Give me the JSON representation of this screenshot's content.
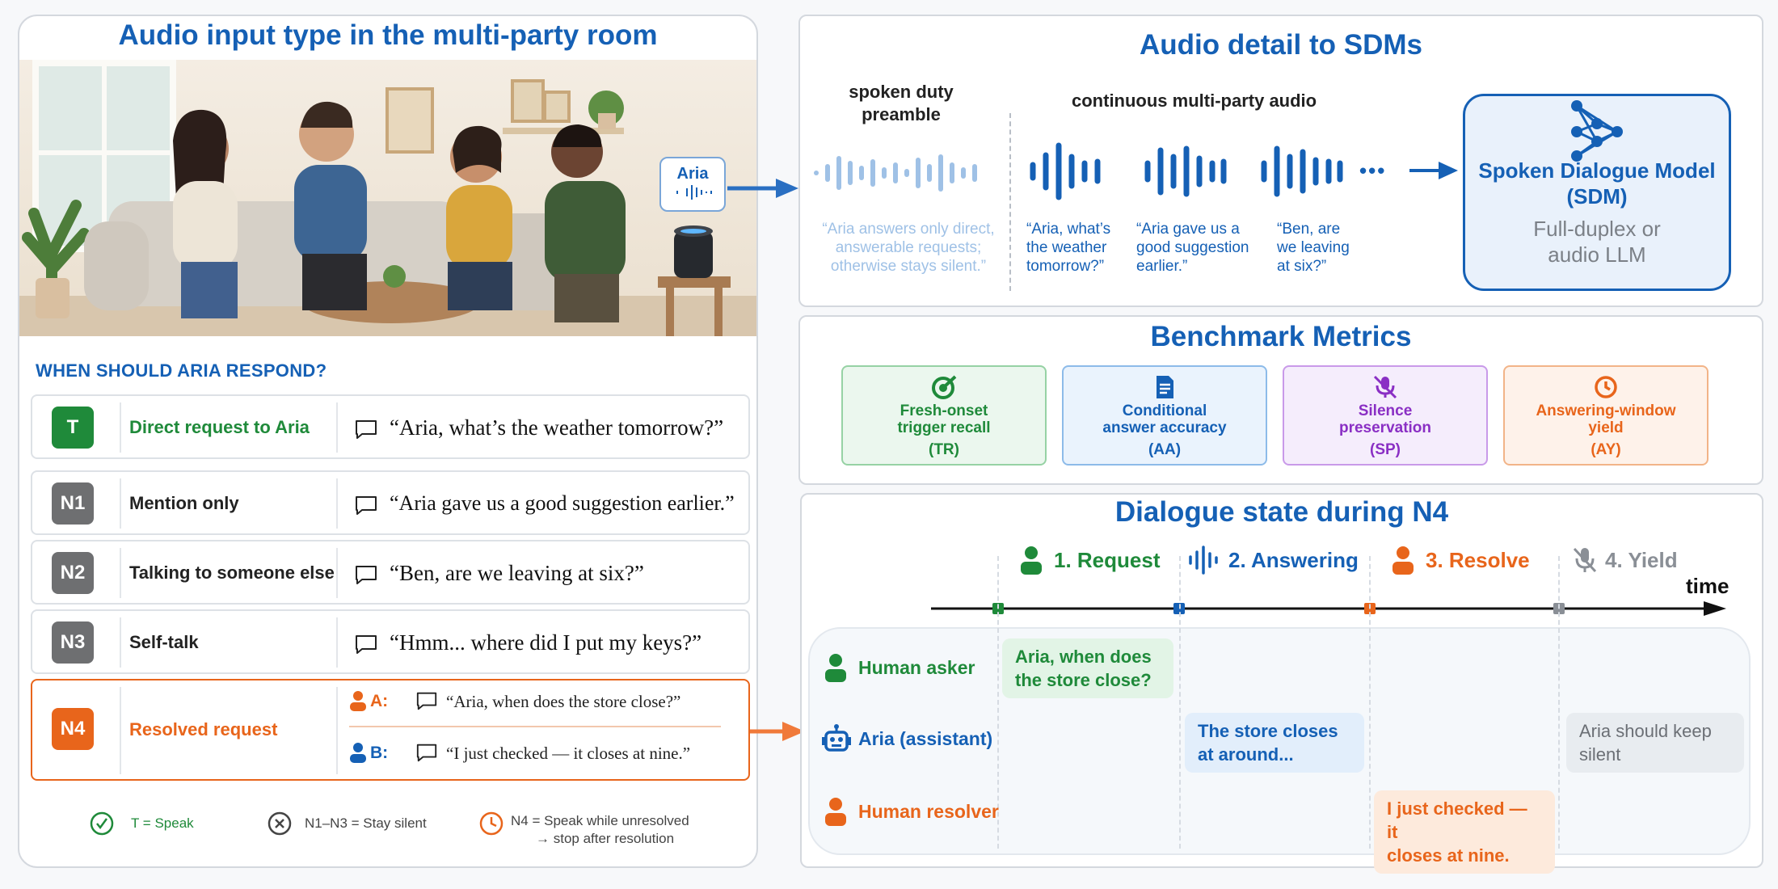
{
  "left": {
    "title": "Audio input type in the multi-party room",
    "device_label": "Aria",
    "question": "WHEN SHOULD ARIA RESPOND?",
    "rows": [
      {
        "badge": "T",
        "label": "Direct request to Aria",
        "quote": "“Aria, what’s the weather tomorrow?”"
      },
      {
        "badge": "N1",
        "label": "Mention only",
        "quote": "“Aria gave us a good suggestion earlier.”"
      },
      {
        "badge": "N2",
        "label": "Talking to someone else",
        "quote": "“Ben, are we leaving at six?”"
      },
      {
        "badge": "N3",
        "label": "Self-talk",
        "quote": "“Hmm... where did I put my keys?”"
      }
    ],
    "n4": {
      "badge": "N4",
      "label": "Resolved request",
      "a_label": "A:",
      "a_quote": "“Aria, when does the store close?”",
      "b_label": "B:",
      "b_quote": "“I just checked — it closes at nine.”"
    },
    "legend": {
      "speak": "T = Speak",
      "silent": "N1–N3 = Stay silent",
      "n4_line1": "N4 = Speak while unresolved",
      "n4_line2": "→ stop after resolution"
    }
  },
  "audio": {
    "title": "Audio detail to SDMs",
    "preamble_label_1": "spoken duty",
    "preamble_label_2": "preamble",
    "continuous_label": "continuous multi-party audio",
    "preamble_text": [
      "“Aria answers only direct,",
      "answerable requests;",
      "otherwise stays silent.”"
    ],
    "utterances": [
      [
        "“Aria, what’s",
        "the weather",
        "tomorrow?”"
      ],
      [
        "“Aria gave us a",
        "good suggestion",
        "earlier.”"
      ],
      [
        "“Ben, are",
        "we leaving",
        "at six?”"
      ]
    ],
    "ellipsis": "•••",
    "sdm_title_1": "Spoken Dialogue Model",
    "sdm_title_2": "(SDM)",
    "sdm_sub_1": "Full-duplex or",
    "sdm_sub_2": "audio LLM"
  },
  "metrics": {
    "title": "Benchmark Metrics",
    "items": [
      {
        "line1": "Fresh-onset",
        "line2": "trigger recall",
        "abbr": "(TR)",
        "color": "#1f8a3a"
      },
      {
        "line1": "Conditional",
        "line2": "answer accuracy",
        "abbr": "(AA)",
        "color": "#1560b5"
      },
      {
        "line1": "Silence",
        "line2": "preservation",
        "abbr": "(SP)",
        "color": "#8a2fc4"
      },
      {
        "line1": "Answering-window",
        "line2": "yield",
        "abbr": "(AY)",
        "color": "#e8651b"
      }
    ]
  },
  "dialogue": {
    "title": "Dialogue state during N4",
    "stages": [
      "1. Request",
      "2. Answering",
      "3. Resolve",
      "4. Yield"
    ],
    "time_label": "time",
    "roles": [
      "Human asker",
      "Aria (assistant)",
      "Human resolver"
    ],
    "asker_text": [
      "Aria, when does",
      "the store close?"
    ],
    "aria_text": [
      "The store closes",
      "at around..."
    ],
    "resolver_text": [
      "I just checked — it",
      "closes at nine."
    ],
    "silent_text": [
      "Aria should keep",
      "silent"
    ]
  },
  "colors": {
    "blue": "#1560b5",
    "green": "#1f8a3a",
    "orange": "#e8651b",
    "gray": "#6b6f75",
    "purple": "#8a2fc4"
  }
}
